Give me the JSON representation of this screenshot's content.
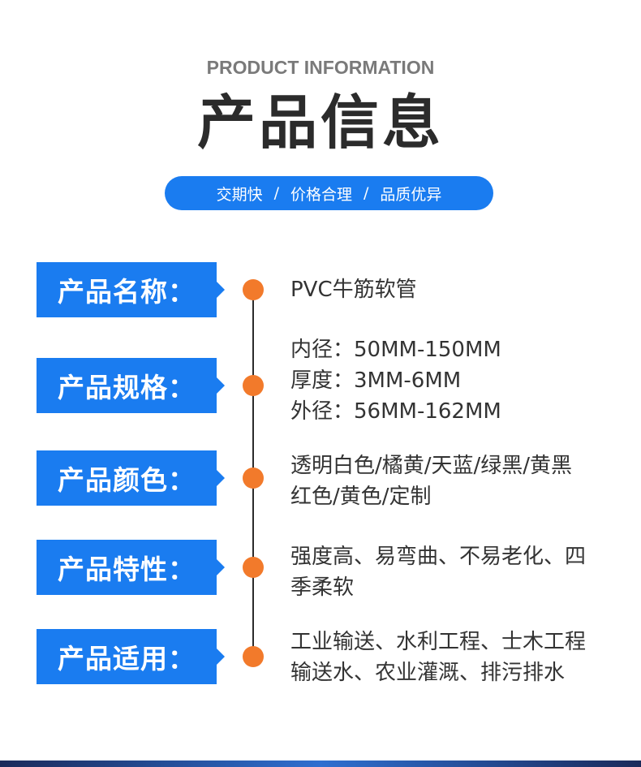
{
  "header": {
    "subtitle_en": "PRODUCT INFORMATION",
    "title_cn": "产品信息"
  },
  "pill": {
    "items": [
      "交期快",
      "价格合理",
      "品质优异"
    ],
    "separator": "/"
  },
  "rows": [
    {
      "label": "产品名称：",
      "lines": [
        "PVC牛筋软管"
      ]
    },
    {
      "label": "产品规格：",
      "lines": [
        "内径：50MM-150MM",
        "厚度：3MM-6MM",
        "外径：56MM-162MM"
      ]
    },
    {
      "label": "产品颜色：",
      "lines": [
        "透明白色/橘黄/天蓝/绿黑/黄黑",
        "红色/黄色/定制"
      ]
    },
    {
      "label": "产品特性：",
      "lines": [
        "强度高、易弯曲、不易老化、四",
        "季柔软"
      ]
    },
    {
      "label": "产品适用：",
      "lines": [
        "工业输送、水利工程、士木工程",
        "输送水、农业灌溉、排污排水"
      ]
    }
  ],
  "colors": {
    "blue": "#1a7cf0",
    "orange": "#f27a2b",
    "text": "#333333"
  }
}
